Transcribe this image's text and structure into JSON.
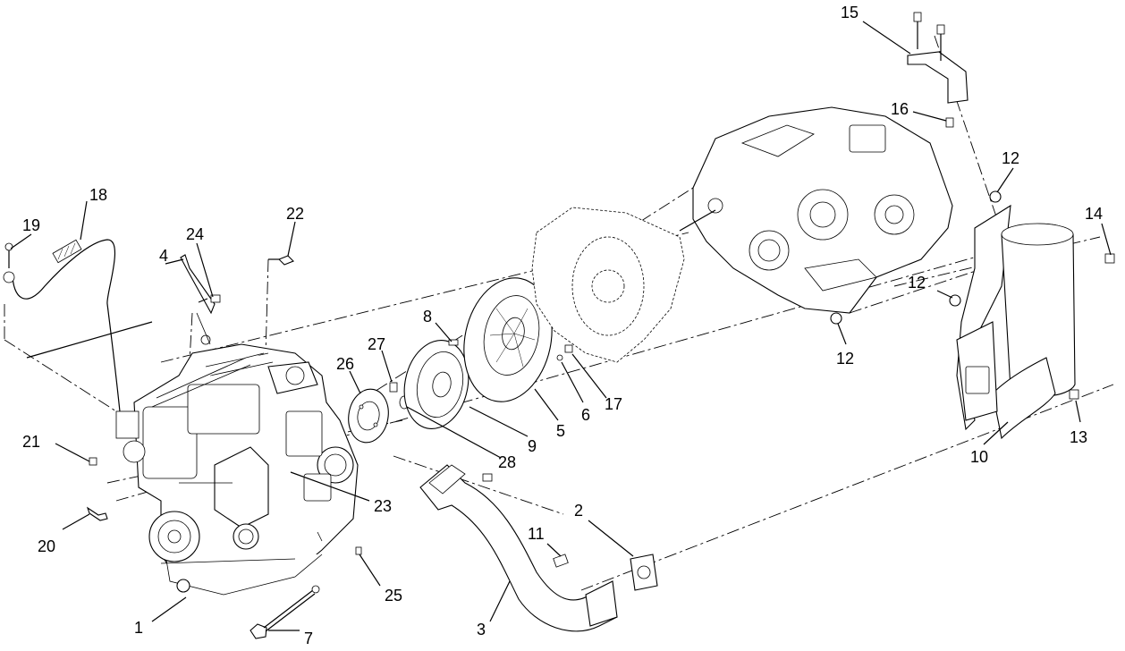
{
  "diagram": {
    "callouts": [
      {
        "id": "c1",
        "label": "1"
      },
      {
        "id": "c2",
        "label": "2"
      },
      {
        "id": "c3",
        "label": "3"
      },
      {
        "id": "c4",
        "label": "4"
      },
      {
        "id": "c5",
        "label": "5"
      },
      {
        "id": "c6",
        "label": "6"
      },
      {
        "id": "c7",
        "label": "7"
      },
      {
        "id": "c8",
        "label": "8"
      },
      {
        "id": "c9",
        "label": "9"
      },
      {
        "id": "c10",
        "label": "10"
      },
      {
        "id": "c11",
        "label": "11"
      },
      {
        "id": "c12a",
        "label": "12"
      },
      {
        "id": "c12b",
        "label": "12"
      },
      {
        "id": "c12c",
        "label": "12"
      },
      {
        "id": "c13",
        "label": "13"
      },
      {
        "id": "c14",
        "label": "14"
      },
      {
        "id": "c15",
        "label": "15"
      },
      {
        "id": "c16",
        "label": "16"
      },
      {
        "id": "c17",
        "label": "17"
      },
      {
        "id": "c18",
        "label": "18"
      },
      {
        "id": "c19",
        "label": "19"
      },
      {
        "id": "c20",
        "label": "20"
      },
      {
        "id": "c21",
        "label": "21"
      },
      {
        "id": "c22",
        "label": "22"
      },
      {
        "id": "c23",
        "label": "23"
      },
      {
        "id": "c24",
        "label": "24"
      },
      {
        "id": "c25",
        "label": "25"
      },
      {
        "id": "c26",
        "label": "26"
      },
      {
        "id": "c27",
        "label": "27"
      },
      {
        "id": "c28",
        "label": "28"
      }
    ]
  }
}
